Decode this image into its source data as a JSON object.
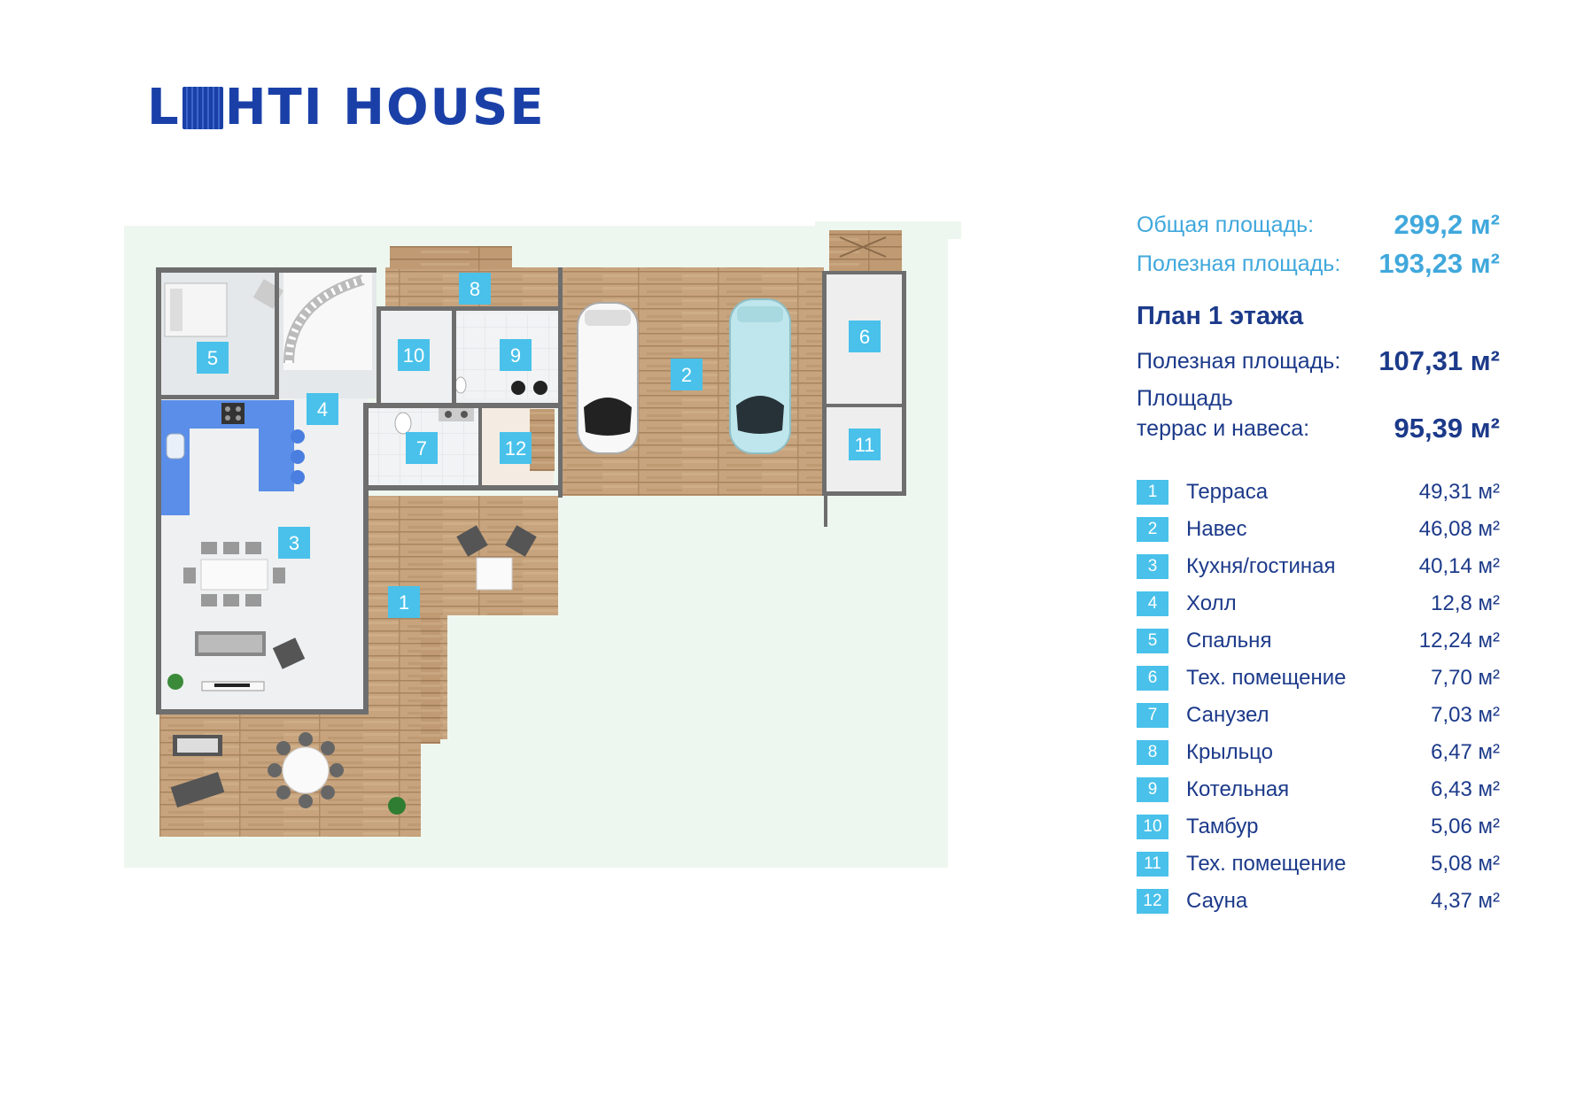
{
  "brand": {
    "logo_text_left": "L",
    "logo_text_right": "HTI HOUSE"
  },
  "summary": {
    "total_label": "Общая площадь:",
    "total_value": "299,2 м²",
    "useful_label": "Полезная площадь:",
    "useful_value": "193,23 м²"
  },
  "floor": {
    "title": "План 1 этажа",
    "useful_label": "Полезная площадь:",
    "useful_value": "107,31 м²",
    "terrace_label_1": "Площадь",
    "terrace_label_2": "террас и навеса:",
    "terrace_value": "95,39 м²"
  },
  "rooms": [
    {
      "num": "1",
      "name": "Терраса",
      "area": "49,31 м²"
    },
    {
      "num": "2",
      "name": "Навес",
      "area": "46,08 м²"
    },
    {
      "num": "3",
      "name": "Кухня/гостиная",
      "area": "40,14 м²"
    },
    {
      "num": "4",
      "name": "Холл",
      "area": "12,8 м²"
    },
    {
      "num": "5",
      "name": "Спальня",
      "area": "12,24 м²"
    },
    {
      "num": "6",
      "name": "Тех. помещение",
      "area": "7,70 м²"
    },
    {
      "num": "7",
      "name": "Санузел",
      "area": "7,03 м²"
    },
    {
      "num": "8",
      "name": "Крыльцо",
      "area": "6,47 м²"
    },
    {
      "num": "9",
      "name": "Котельная",
      "area": "6,43 м²"
    },
    {
      "num": "10",
      "name": "Тамбур",
      "area": "5,06 м²"
    },
    {
      "num": "11",
      "name": "Тех. помещение",
      "area": "5,08 м²"
    },
    {
      "num": "12",
      "name": "Сауна",
      "area": "4,37 м²"
    }
  ],
  "colors": {
    "brand": "#1a40a8",
    "accent": "#49c1ea",
    "text_light": "#40a8dc",
    "text_dark": "#1c3a8a"
  }
}
